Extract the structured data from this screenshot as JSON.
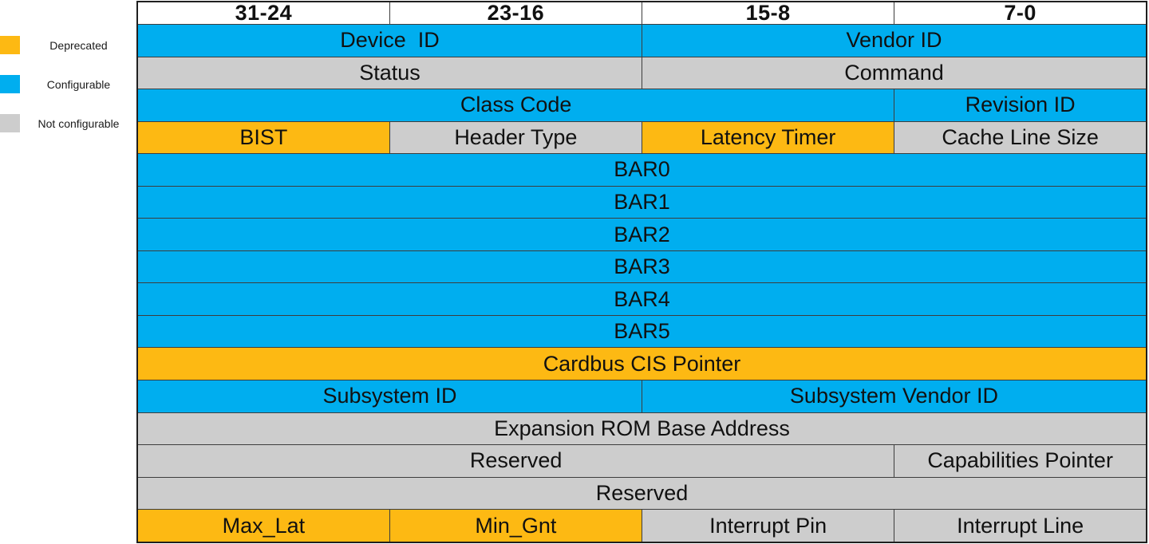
{
  "colors": {
    "deprecated": "#FDB913",
    "configurable": "#00AEEF",
    "not_configurable": "#CDCDCD",
    "header_bg": "#FFFFFF",
    "border": "#3d3d3d",
    "text": "#111111"
  },
  "legend": {
    "items": [
      {
        "label": "Deprecated",
        "type": "deprecated"
      },
      {
        "label": "Configurable",
        "type": "configurable"
      },
      {
        "label": "Not configurable",
        "type": "not_configurable"
      }
    ]
  },
  "table": {
    "column_headers": [
      "31-24",
      "23-16",
      "15-8",
      "7-0"
    ],
    "rows": [
      {
        "cells": [
          {
            "label": "Device  ID",
            "span": 2,
            "type": "configurable"
          },
          {
            "label": "Vendor ID",
            "span": 2,
            "type": "configurable"
          }
        ]
      },
      {
        "cells": [
          {
            "label": "Status",
            "span": 2,
            "type": "not_configurable"
          },
          {
            "label": "Command",
            "span": 2,
            "type": "not_configurable"
          }
        ]
      },
      {
        "cells": [
          {
            "label": "Class Code",
            "span": 3,
            "type": "configurable"
          },
          {
            "label": "Revision ID",
            "span": 1,
            "type": "configurable"
          }
        ]
      },
      {
        "cells": [
          {
            "label": "BIST",
            "span": 1,
            "type": "deprecated"
          },
          {
            "label": "Header Type",
            "span": 1,
            "type": "not_configurable"
          },
          {
            "label": "Latency Timer",
            "span": 1,
            "type": "deprecated"
          },
          {
            "label": "Cache Line Size",
            "span": 1,
            "type": "not_configurable"
          }
        ]
      },
      {
        "cells": [
          {
            "label": "BAR0",
            "span": 4,
            "type": "configurable"
          }
        ]
      },
      {
        "cells": [
          {
            "label": "BAR1",
            "span": 4,
            "type": "configurable"
          }
        ]
      },
      {
        "cells": [
          {
            "label": "BAR2",
            "span": 4,
            "type": "configurable"
          }
        ]
      },
      {
        "cells": [
          {
            "label": "BAR3",
            "span": 4,
            "type": "configurable"
          }
        ]
      },
      {
        "cells": [
          {
            "label": "BAR4",
            "span": 4,
            "type": "configurable"
          }
        ]
      },
      {
        "cells": [
          {
            "label": "BAR5",
            "span": 4,
            "type": "configurable"
          }
        ]
      },
      {
        "cells": [
          {
            "label": "Cardbus CIS Pointer",
            "span": 4,
            "type": "deprecated"
          }
        ]
      },
      {
        "cells": [
          {
            "label": "Subsystem ID",
            "span": 2,
            "type": "configurable"
          },
          {
            "label": "Subsystem Vendor ID",
            "span": 2,
            "type": "configurable"
          }
        ]
      },
      {
        "cells": [
          {
            "label": "Expansion ROM Base Address",
            "span": 4,
            "type": "not_configurable"
          }
        ]
      },
      {
        "cells": [
          {
            "label": "Reserved",
            "span": 3,
            "type": "not_configurable"
          },
          {
            "label": "Capabilities Pointer",
            "span": 1,
            "type": "not_configurable"
          }
        ]
      },
      {
        "cells": [
          {
            "label": "Reserved",
            "span": 4,
            "type": "not_configurable"
          }
        ]
      },
      {
        "cells": [
          {
            "label": "Max_Lat",
            "span": 1,
            "type": "deprecated"
          },
          {
            "label": "Min_Gnt",
            "span": 1,
            "type": "deprecated"
          },
          {
            "label": "Interrupt Pin",
            "span": 1,
            "type": "not_configurable"
          },
          {
            "label": "Interrupt Line",
            "span": 1,
            "type": "not_configurable"
          }
        ]
      }
    ]
  }
}
